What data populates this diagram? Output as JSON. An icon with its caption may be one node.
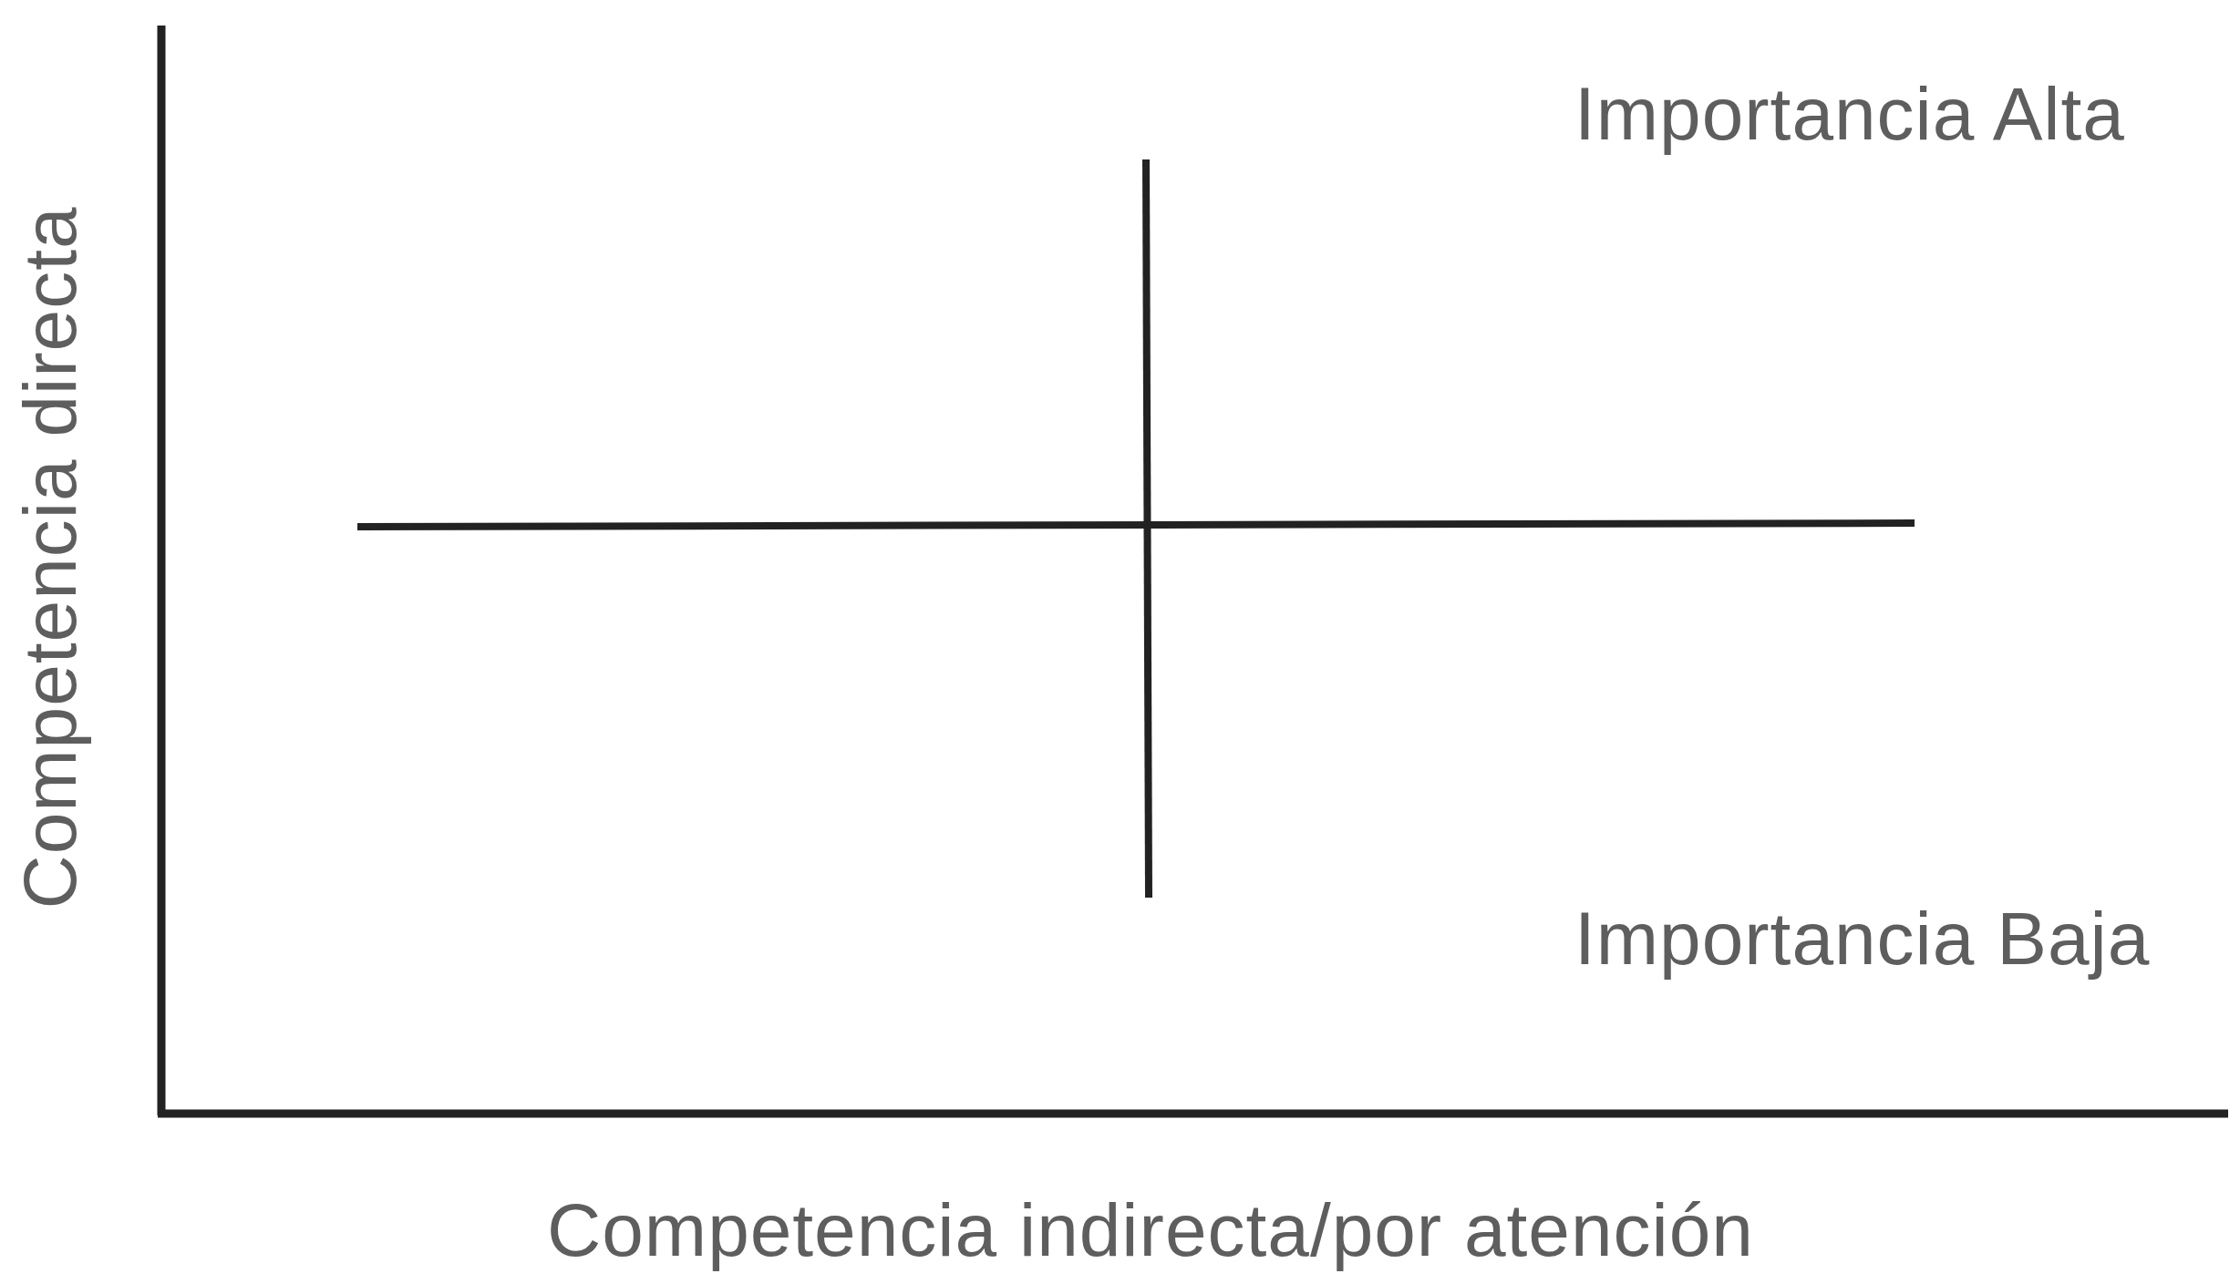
{
  "diagram": {
    "labels": [
      "Importancia Alta",
      "Competencia directa",
      "Importancia Baja",
      "Competencia indirecta/por atención"
    ]
  }
}
